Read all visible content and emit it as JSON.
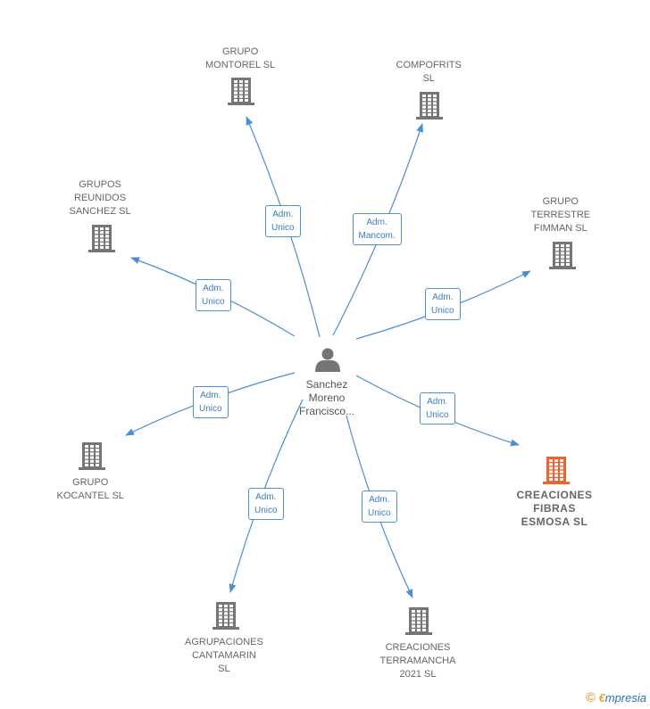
{
  "colors": {
    "edge": "#4a8fd6",
    "building": "#757575",
    "building_highlight": "#f0622f",
    "person": "#757575"
  },
  "center": {
    "icon": "person-icon",
    "lines": [
      "Sanchez",
      "Moreno",
      "Francisco..."
    ]
  },
  "nodes": [
    {
      "id": "grupo-montorel",
      "icon": "building-icon",
      "lines": [
        "GRUPO",
        "MONTOREL SL"
      ],
      "highlight": false
    },
    {
      "id": "compofrits",
      "icon": "building-icon",
      "lines": [
        "COMPOFRITS",
        "SL"
      ],
      "highlight": false
    },
    {
      "id": "grupos-reunidos-sanchez",
      "icon": "building-icon",
      "lines": [
        "GRUPOS",
        "REUNIDOS",
        "SANCHEZ SL"
      ],
      "highlight": false
    },
    {
      "id": "grupo-terrestre-fimman",
      "icon": "building-icon",
      "lines": [
        "GRUPO",
        "TERRESTRE",
        "FIMMAN SL"
      ],
      "highlight": false
    },
    {
      "id": "grupo-kocantel",
      "icon": "building-icon",
      "lines": [
        "GRUPO",
        "KOCANTEL SL"
      ],
      "highlight": false
    },
    {
      "id": "creaciones-fibras-esmosa",
      "icon": "building-icon",
      "lines": [
        "CREACIONES",
        "FIBRAS",
        "ESMOSA  SL"
      ],
      "highlight": true
    },
    {
      "id": "agrupaciones-cantamarin",
      "icon": "building-icon",
      "lines": [
        "AGRUPACIONES",
        "CANTAMARIN",
        "SL"
      ],
      "highlight": false
    },
    {
      "id": "creaciones-terramancha",
      "icon": "building-icon",
      "lines": [
        "CREACIONES",
        "TERRAMANCHA",
        "2021  SL"
      ],
      "highlight": false
    }
  ],
  "edges": [
    {
      "target": "grupo-montorel",
      "lines": [
        "Adm.",
        "Unico"
      ]
    },
    {
      "target": "compofrits",
      "lines": [
        "Adm.",
        "Mancom."
      ]
    },
    {
      "target": "grupos-reunidos-sanchez",
      "lines": [
        "Adm.",
        "Unico"
      ]
    },
    {
      "target": "grupo-terrestre-fimman",
      "lines": [
        "Adm.",
        "Unico"
      ]
    },
    {
      "target": "grupo-kocantel",
      "lines": [
        "Adm.",
        "Unico"
      ]
    },
    {
      "target": "creaciones-fibras-esmosa",
      "lines": [
        "Adm.",
        "Unico"
      ]
    },
    {
      "target": "agrupaciones-cantamarin",
      "lines": [
        "Adm.",
        "Unico"
      ]
    },
    {
      "target": "creaciones-terramancha",
      "lines": [
        "Adm.",
        "Unico"
      ]
    }
  ],
  "footer": {
    "copyright_symbol": "©",
    "brand_initial": "€",
    "brand_rest": "mpresia"
  }
}
